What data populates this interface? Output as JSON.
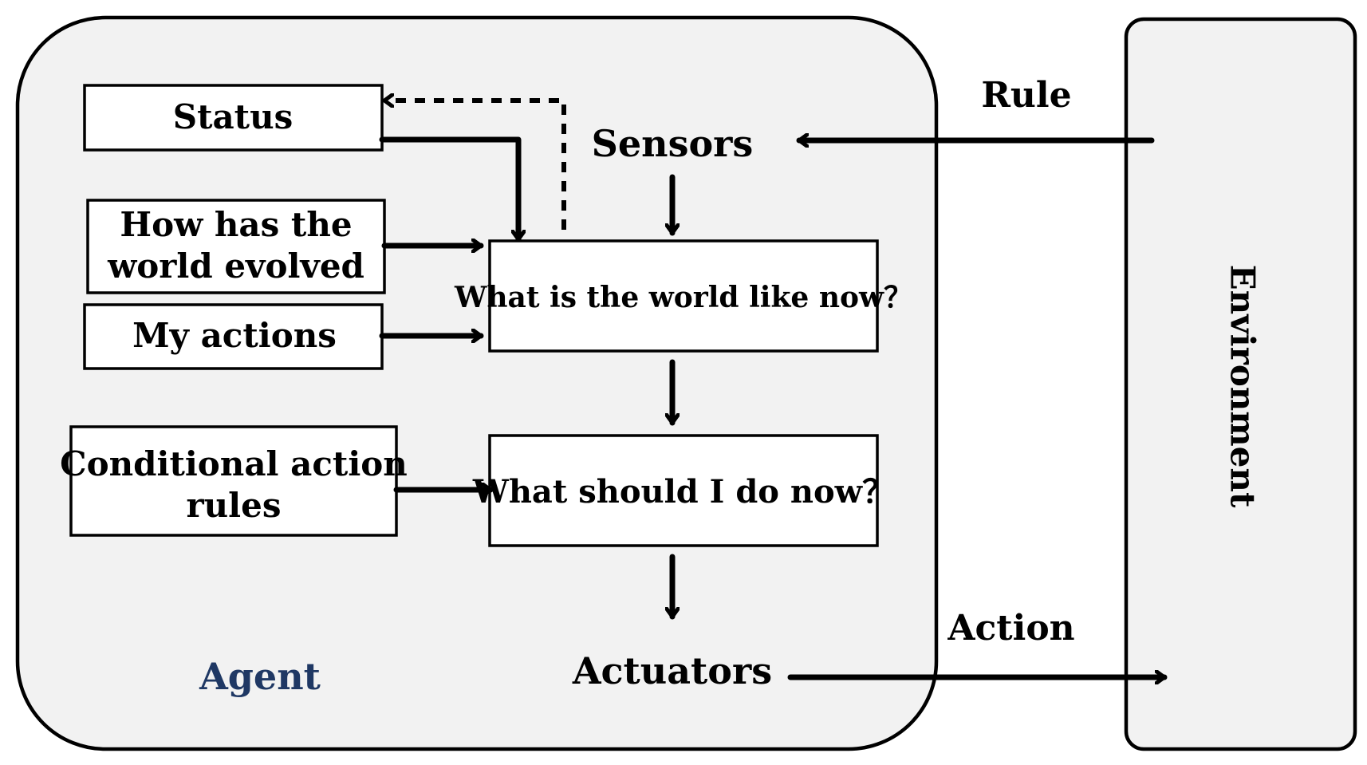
{
  "agent": {
    "label": "Agent",
    "label_color": "#1f3864",
    "boxes": {
      "status": "Status",
      "world_evolved": [
        "How has the",
        "world evolved"
      ],
      "my_actions": "My actions",
      "conditional_rules": [
        "Conditional action",
        "rules"
      ],
      "world_now": "What is the world like now？",
      "do_now": "What should I do now？"
    },
    "sensors": "Sensors",
    "actuators": "Actuators"
  },
  "environment": {
    "label": "Environment"
  },
  "flows": {
    "rule": "Rule",
    "action": "Action"
  },
  "colors": {
    "panel_fill": "#f2f2f2",
    "box_fill": "#ffffff",
    "stroke": "#000000"
  }
}
